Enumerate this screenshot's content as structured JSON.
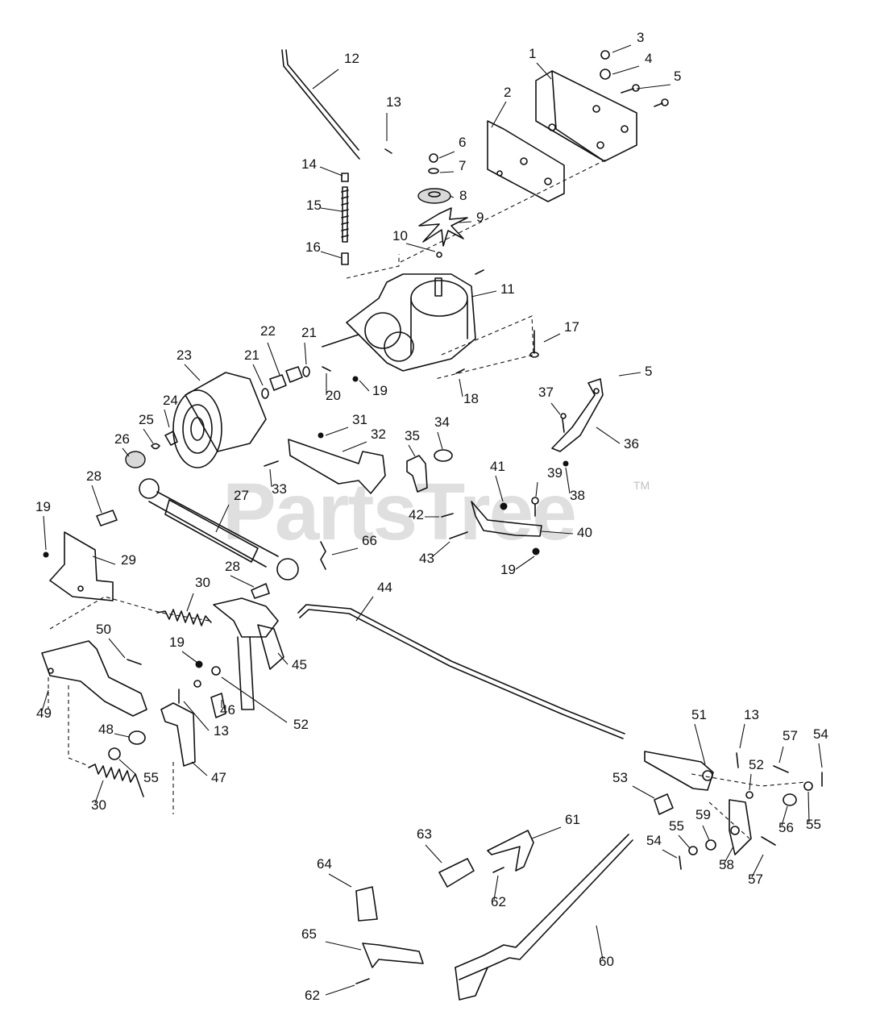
{
  "watermark": {
    "text": "PartsTree",
    "trademark": "TM"
  },
  "callouts": [
    "1",
    "2",
    "3",
    "4",
    "5",
    "5",
    "6",
    "7",
    "8",
    "9",
    "10",
    "11",
    "12",
    "13",
    "13",
    "13",
    "14",
    "15",
    "16",
    "17",
    "18",
    "19",
    "19",
    "19",
    "19",
    "20",
    "21",
    "21",
    "22",
    "23",
    "24",
    "25",
    "26",
    "27",
    "28",
    "28",
    "29",
    "30",
    "30",
    "31",
    "32",
    "33",
    "34",
    "35",
    "36",
    "37",
    "38",
    "39",
    "40",
    "41",
    "42",
    "43",
    "44",
    "45",
    "46",
    "47",
    "48",
    "49",
    "50",
    "51",
    "52",
    "52",
    "53",
    "54",
    "54",
    "55",
    "55",
    "55",
    "56",
    "57",
    "57",
    "58",
    "59",
    "60",
    "61",
    "62",
    "62",
    "63",
    "64",
    "65",
    "66"
  ]
}
